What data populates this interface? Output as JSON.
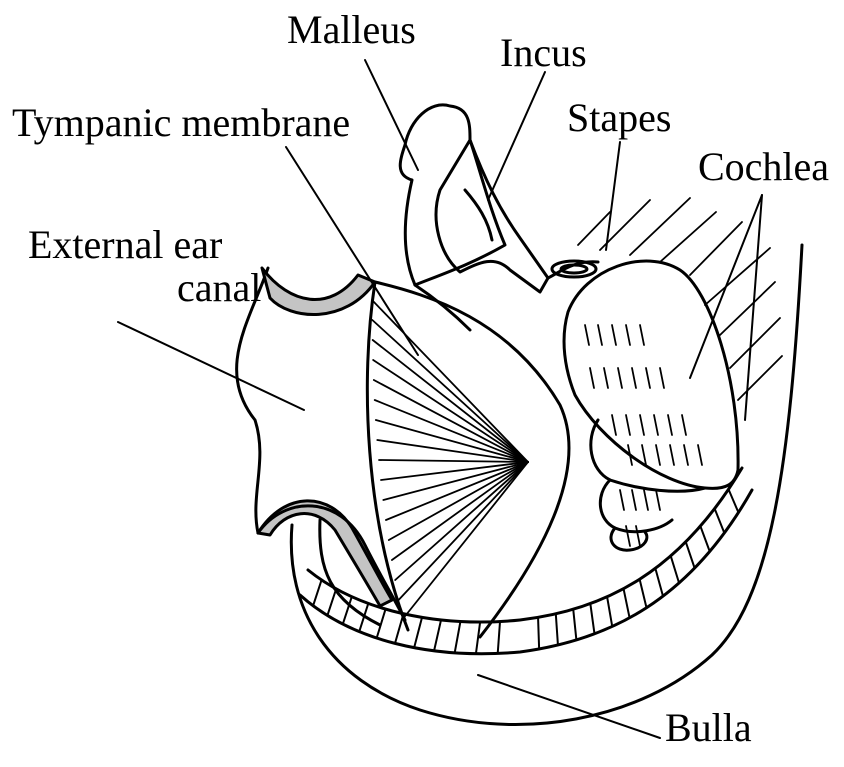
{
  "diagram": {
    "labels": {
      "malleus": "Malleus",
      "incus": "Incus",
      "stapes": "Stapes",
      "tympanic_membrane": "Tympanic membrane",
      "cochlea": "Cochlea",
      "external_ear_canal_line1": "External ear",
      "external_ear_canal_line2": "canal",
      "bulla": "Bulla"
    },
    "colors": {
      "line": "#000000",
      "canal_shading": "#b5b5b5",
      "background": "#ffffff"
    }
  }
}
